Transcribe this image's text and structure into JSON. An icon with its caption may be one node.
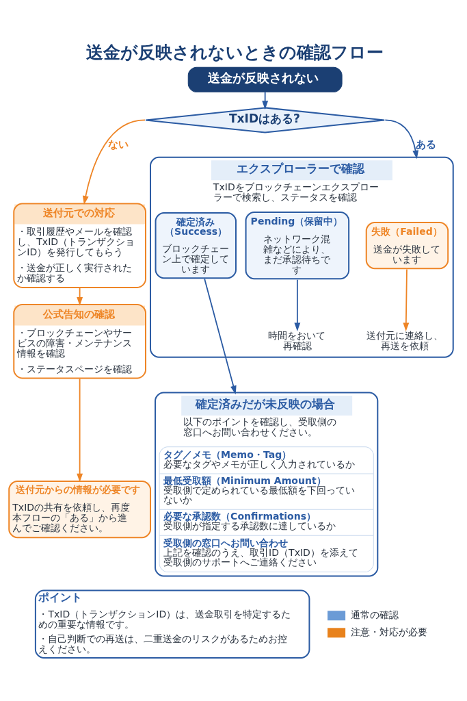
{
  "diagram": {
    "title": "送金が反映されないときの確認フロー",
    "nodes": [
      {
        "text": [
          "送金が反映されない"
        ]
      },
      {
        "text": [
          "TxIDはある?"
        ]
      },
      {
        "text": [
          "送付元での対応",
          "・取引履歴やメールを確認し、TxID（トランザクションID）を発行してもらう",
          "・送金が正しく実行されたか確認する"
        ]
      },
      {
        "text": [
          "公式告知の確認",
          "・ブロックチェーンやサービスの障害・メンテナンス情報を確認",
          "・ステータスページを確認"
        ]
      },
      {
        "text": [
          "送付元からの情報が必要です",
          "TxIDの共有を依頼し、再度本フローの「ある」から進んでご確認ください。"
        ]
      },
      {
        "text": [
          "エクスプローラーで確認",
          "TxIDをブロックチェーンエクスプローラーで検索し、ステータスを確認"
        ]
      },
      {
        "text": [
          "Pending（保留中）",
          "ネットワーク混雑などにより、まだ承認待ちです"
        ],
        "in": 5
      },
      {
        "text": [
          "失敗（Failed）",
          "送金が失敗しています"
        ],
        "in": 5
      },
      {
        "text": [
          "確定済み（Success）",
          "ブロックチェーン上で確定しています"
        ],
        "in": 5
      },
      {
        "text": [
          "時間をおいて再確認"
        ],
        "in": 5
      },
      {
        "text": [
          "送付元に連絡し、再送を依頼"
        ],
        "in": 5
      },
      {
        "text": [
          "確定済みだが未反映の場合",
          "以下のポイントを確認し、受取側の窓口へお問い合わせください。"
        ]
      },
      {
        "text": [
          "タグ／メモ（Memo・Tag）",
          "必要なタグやメモが正しく入力されているか",
          "最低受取額（Minimum Amount）",
          "受取側で定められている最低額を下回っていないか",
          "必要な承認数（Confirmations）",
          "受取側が指定する承認数に達しているか",
          "受取側の窓口へお問い合わせ",
          "上記を確認のうえ、取引ID（TxID）を添えて受取側のサポートへご連絡ください"
        ],
        "in": 11
      },
      {
        "text": [
          "ポイント",
          "・TxID（トランザクションID）は、送金取引を特定するための重要な情報です。",
          "・自己判断での再送は、二重送金のリスクがあるためお控えください。"
        ]
      }
    ],
    "edges": [
      {
        "from": 0,
        "to": 1,
        "arrow": "to"
      },
      {
        "from": 1,
        "to": 2,
        "arrow": "to",
        "label": "ない",
        "color": "#ee8526"
      },
      {
        "from": 1,
        "to": 5,
        "arrow": "to",
        "label": "ある"
      },
      {
        "from": 2,
        "to": 3,
        "arrow": "to",
        "color": "#ee8526"
      },
      {
        "from": 3,
        "to": 4,
        "arrow": "to",
        "color": "#ee8526"
      },
      {
        "from": 6,
        "to": 9,
        "arrow": "to"
      },
      {
        "from": 7,
        "to": 10,
        "arrow": "to",
        "color": "#ee8526"
      },
      {
        "from": 8,
        "to": 11,
        "arrow": "to"
      }
    ],
    "legend": [
      {
        "text": "通常の確認",
        "color": "#6b9bd6"
      },
      {
        "text": "注意・対応が必要",
        "color": "#e8821c"
      }
    ]
  }
}
